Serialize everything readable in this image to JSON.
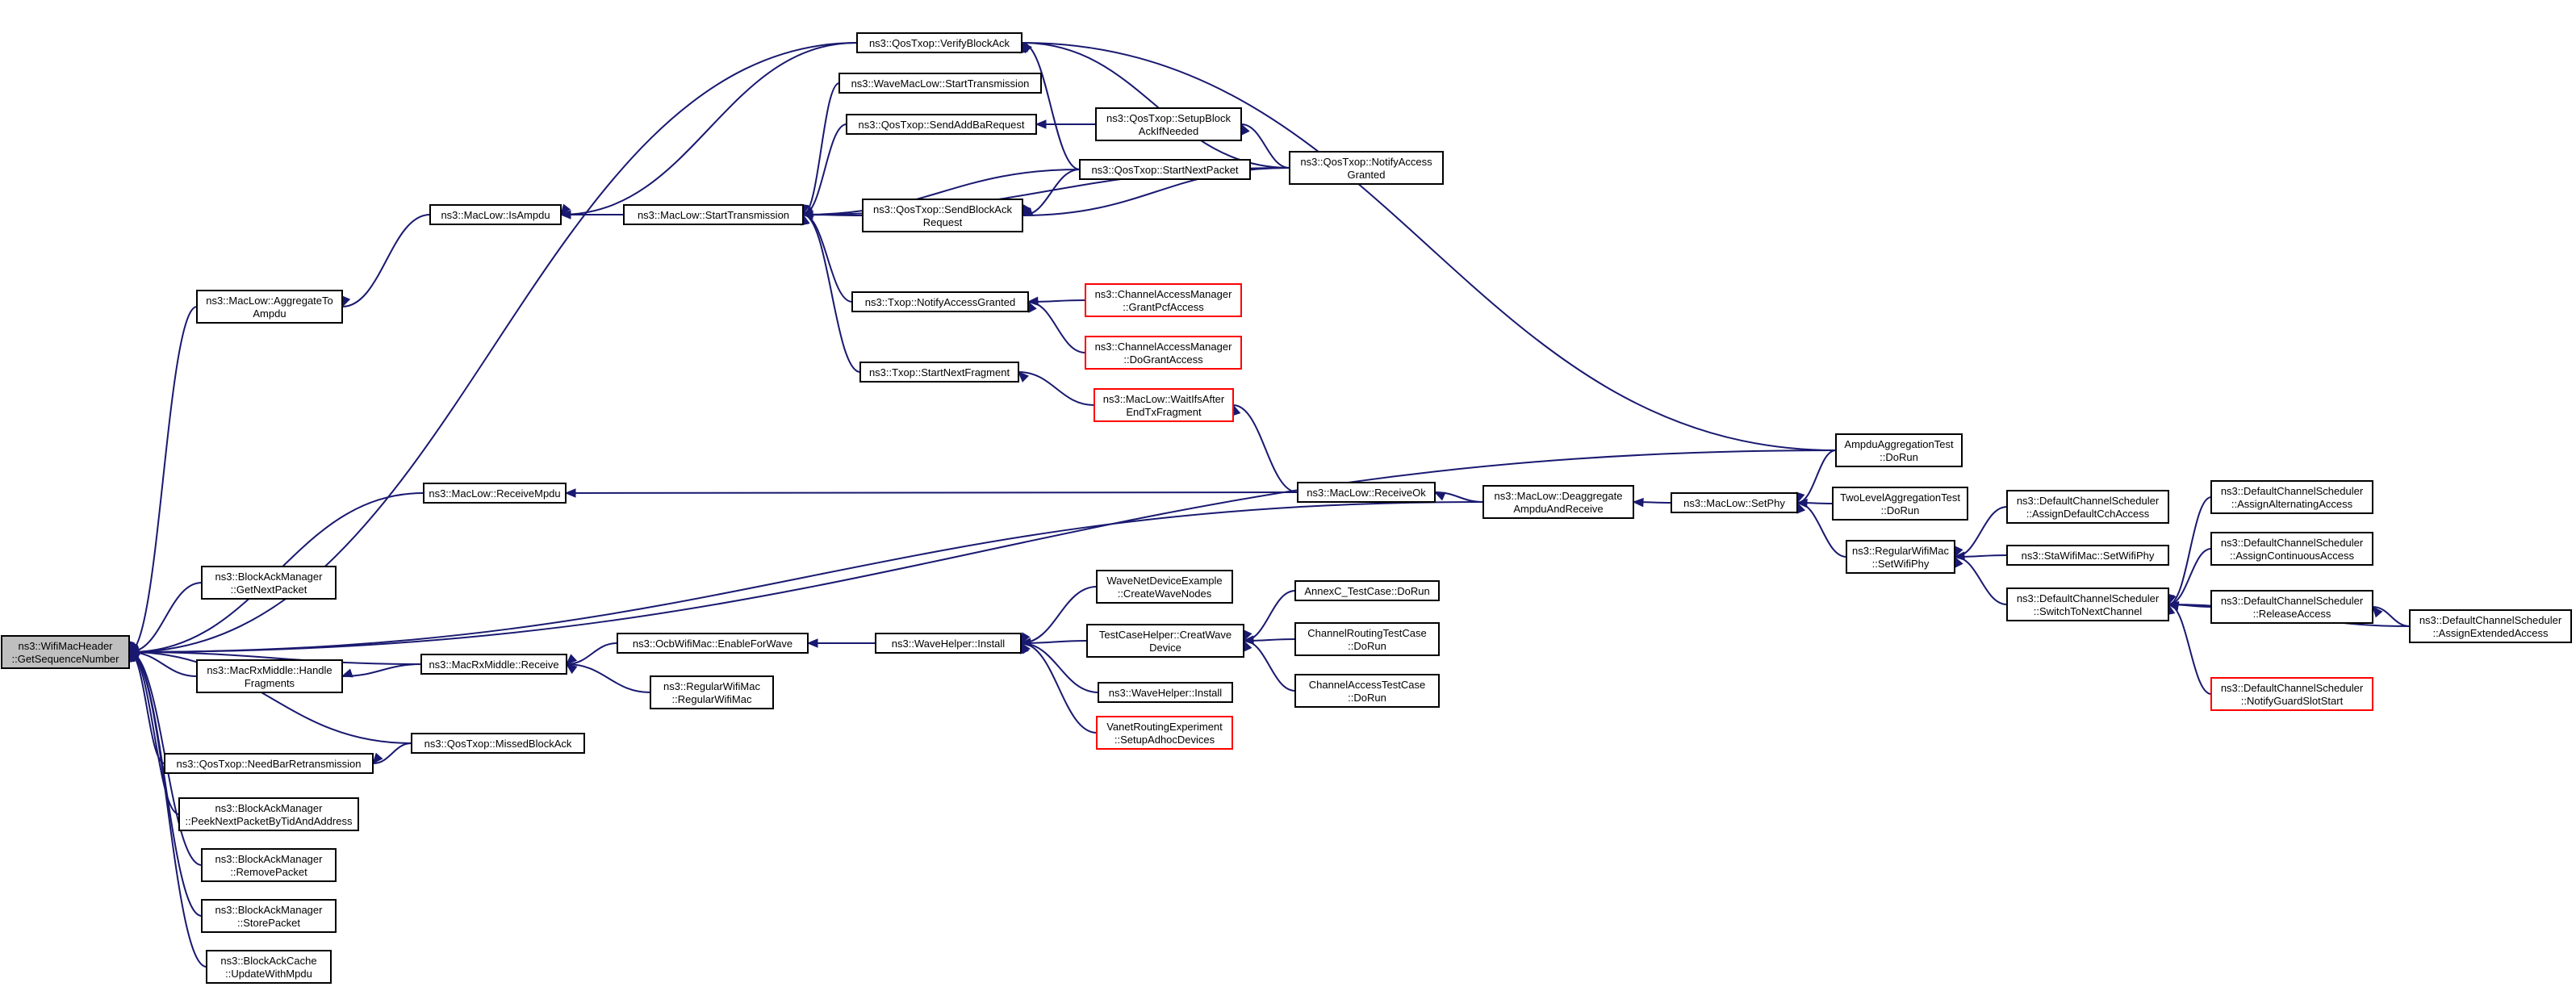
{
  "colors": {
    "edge": "#191970",
    "border_default": "#000000",
    "border_truncated": "#ff0000",
    "root_fill": "#bfbfbf",
    "node_fill": "#ffffff"
  },
  "nodes": {
    "root": {
      "lines": [
        "ns3::WifiMacHeader",
        "::GetSequenceNumber"
      ],
      "style": "root"
    },
    "aggregateTo": {
      "lines": [
        "ns3::MacLow::AggregateTo",
        "Ampdu"
      ],
      "style": "normal"
    },
    "isAmpdu": {
      "lines": [
        "ns3::MacLow::IsAmpdu"
      ],
      "style": "normal"
    },
    "verifyBA": {
      "lines": [
        "ns3::QosTxop::VerifyBlockAck"
      ],
      "style": "normal"
    },
    "macStartTx": {
      "lines": [
        "ns3::MacLow::StartTransmission"
      ],
      "style": "normal"
    },
    "waveStartTx": {
      "lines": [
        "ns3::WaveMacLow::StartTransmission"
      ],
      "style": "normal"
    },
    "sendAddBa": {
      "lines": [
        "ns3::QosTxop::SendAddBaRequest"
      ],
      "style": "normal"
    },
    "setupBA": {
      "lines": [
        "ns3::QosTxop::SetupBlock",
        "AckIfNeeded"
      ],
      "style": "normal"
    },
    "startNextPk": {
      "lines": [
        "ns3::QosTxop::StartNextPacket"
      ],
      "style": "normal"
    },
    "notifyQos": {
      "lines": [
        "ns3::QosTxop::NotifyAccess",
        "Granted"
      ],
      "style": "normal"
    },
    "sendBAReq": {
      "lines": [
        "ns3::QosTxop::SendBlockAck",
        "Request"
      ],
      "style": "normal"
    },
    "txopNotify": {
      "lines": [
        "ns3::Txop::NotifyAccessGranted"
      ],
      "style": "normal"
    },
    "grantPcf": {
      "lines": [
        "ns3::ChannelAccessManager",
        "::GrantPcfAccess"
      ],
      "style": "truncated"
    },
    "doGrant": {
      "lines": [
        "ns3::ChannelAccessManager",
        "::DoGrantAccess"
      ],
      "style": "truncated"
    },
    "startNextFr": {
      "lines": [
        "ns3::Txop::StartNextFragment"
      ],
      "style": "normal"
    },
    "waitIfs": {
      "lines": [
        "ns3::MacLow::WaitIfsAfter",
        "EndTxFragment"
      ],
      "style": "truncated"
    },
    "ampduTest": {
      "lines": [
        "AmpduAggregationTest",
        "::DoRun"
      ],
      "style": "normal"
    },
    "receiveMpdu": {
      "lines": [
        "ns3::MacLow::ReceiveMpdu"
      ],
      "style": "normal"
    },
    "receiveOk": {
      "lines": [
        "ns3::MacLow::ReceiveOk"
      ],
      "style": "normal"
    },
    "deaggregate": {
      "lines": [
        "ns3::MacLow::Deaggregate",
        "AmpduAndReceive"
      ],
      "style": "normal"
    },
    "setPhy": {
      "lines": [
        "ns3::MacLow::SetPhy"
      ],
      "style": "normal"
    },
    "twoLevel": {
      "lines": [
        "TwoLevelAggregationTest",
        "::DoRun"
      ],
      "style": "normal"
    },
    "regSetPhy": {
      "lines": [
        "ns3::RegularWifiMac",
        "::SetWifiPhy"
      ],
      "style": "normal"
    },
    "assignCch": {
      "lines": [
        "ns3::DefaultChannelScheduler",
        "::AssignDefaultCchAccess"
      ],
      "style": "normal"
    },
    "staSetPhy": {
      "lines": [
        "ns3::StaWifiMac::SetWifiPhy"
      ],
      "style": "normal"
    },
    "switchNext": {
      "lines": [
        "ns3::DefaultChannelScheduler",
        "::SwitchToNextChannel"
      ],
      "style": "normal"
    },
    "assignAlt": {
      "lines": [
        "ns3::DefaultChannelScheduler",
        "::AssignAlternatingAccess"
      ],
      "style": "normal"
    },
    "assignCont": {
      "lines": [
        "ns3::DefaultChannelScheduler",
        "::AssignContinuousAccess"
      ],
      "style": "normal"
    },
    "releaseAcc": {
      "lines": [
        "ns3::DefaultChannelScheduler",
        "::ReleaseAccess"
      ],
      "style": "normal"
    },
    "assignExt": {
      "lines": [
        "ns3::DefaultChannelScheduler",
        "::AssignExtendedAccess"
      ],
      "style": "normal"
    },
    "notifyGuard": {
      "lines": [
        "ns3::DefaultChannelScheduler",
        "::NotifyGuardSlotStart"
      ],
      "style": "truncated"
    },
    "getNextPk": {
      "lines": [
        "ns3::BlockAckManager",
        "::GetNextPacket"
      ],
      "style": "normal"
    },
    "handleFrag": {
      "lines": [
        "ns3::MacRxMiddle::Handle",
        "Fragments"
      ],
      "style": "normal"
    },
    "rxReceive": {
      "lines": [
        "ns3::MacRxMiddle::Receive"
      ],
      "style": "normal"
    },
    "enableWave": {
      "lines": [
        "ns3::OcbWifiMac::EnableForWave"
      ],
      "style": "normal"
    },
    "regularMac": {
      "lines": [
        "ns3::RegularWifiMac",
        "::RegularWifiMac"
      ],
      "style": "normal"
    },
    "waveInstall": {
      "lines": [
        "ns3::WaveHelper::Install"
      ],
      "style": "normal"
    },
    "createNodes": {
      "lines": [
        "WaveNetDeviceExample",
        "::CreateWaveNodes"
      ],
      "style": "normal"
    },
    "tcCreate": {
      "lines": [
        "TestCaseHelper::CreatWave",
        "Device"
      ],
      "style": "normal"
    },
    "waveInst2": {
      "lines": [
        "ns3::WaveHelper::Install"
      ],
      "style": "normal"
    },
    "vanetSetup": {
      "lines": [
        "VanetRoutingExperiment",
        "::SetupAdhocDevices"
      ],
      "style": "truncated"
    },
    "annexC": {
      "lines": [
        "AnnexC_TestCase::DoRun"
      ],
      "style": "normal"
    },
    "chanRouting": {
      "lines": [
        "ChannelRoutingTestCase",
        "::DoRun"
      ],
      "style": "normal"
    },
    "chanAccess": {
      "lines": [
        "ChannelAccessTestCase",
        "::DoRun"
      ],
      "style": "normal"
    },
    "needBar": {
      "lines": [
        "ns3::QosTxop::NeedBarRetransmission"
      ],
      "style": "normal"
    },
    "missedBA": {
      "lines": [
        "ns3::QosTxop::MissedBlockAck"
      ],
      "style": "normal"
    },
    "peekNext": {
      "lines": [
        "ns3::BlockAckManager",
        "::PeekNextPacketByTidAndAddress"
      ],
      "style": "normal"
    },
    "removePk": {
      "lines": [
        "ns3::BlockAckManager",
        "::RemovePacket"
      ],
      "style": "normal"
    },
    "storePk": {
      "lines": [
        "ns3::BlockAckManager",
        "::StorePacket"
      ],
      "style": "normal"
    },
    "updateMpdu": {
      "lines": [
        "ns3::BlockAckCache",
        "::UpdateWithMpdu"
      ],
      "style": "normal"
    }
  },
  "edges": [
    [
      "aggregateTo",
      "root"
    ],
    [
      "verifyBA",
      "root"
    ],
    [
      "ampduTest",
      "root"
    ],
    [
      "receiveMpdu",
      "root"
    ],
    [
      "deaggregate",
      "root"
    ],
    [
      "getNextPk",
      "root"
    ],
    [
      "rxReceive",
      "root"
    ],
    [
      "handleFrag",
      "root"
    ],
    [
      "missedBA",
      "root"
    ],
    [
      "needBar",
      "root"
    ],
    [
      "peekNext",
      "root"
    ],
    [
      "removePk",
      "root"
    ],
    [
      "storePk",
      "root"
    ],
    [
      "updateMpdu",
      "root"
    ],
    [
      "isAmpdu",
      "aggregateTo"
    ],
    [
      "verifyBA",
      "isAmpdu"
    ],
    [
      "macStartTx",
      "isAmpdu"
    ],
    [
      "startNextPk",
      "verifyBA"
    ],
    [
      "notifyQos",
      "verifyBA"
    ],
    [
      "ampduTest",
      "verifyBA"
    ],
    [
      "waveStartTx",
      "macStartTx"
    ],
    [
      "sendAddBa",
      "macStartTx"
    ],
    [
      "startNextPk",
      "macStartTx"
    ],
    [
      "sendBAReq",
      "macStartTx"
    ],
    [
      "notifyQos",
      "macStartTx"
    ],
    [
      "txopNotify",
      "macStartTx"
    ],
    [
      "startNextFr",
      "macStartTx"
    ],
    [
      "setupBA",
      "sendAddBa"
    ],
    [
      "notifyQos",
      "setupBA"
    ],
    [
      "startNextPk",
      "sendBAReq"
    ],
    [
      "notifyQos",
      "sendBAReq"
    ],
    [
      "grantPcf",
      "txopNotify"
    ],
    [
      "doGrant",
      "txopNotify"
    ],
    [
      "waitIfs",
      "startNextFr"
    ],
    [
      "receiveOk",
      "waitIfs"
    ],
    [
      "receiveOk",
      "receiveMpdu"
    ],
    [
      "deaggregate",
      "receiveOk"
    ],
    [
      "setPhy",
      "deaggregate"
    ],
    [
      "ampduTest",
      "setPhy"
    ],
    [
      "twoLevel",
      "setPhy"
    ],
    [
      "regSetPhy",
      "setPhy"
    ],
    [
      "assignCch",
      "regSetPhy"
    ],
    [
      "staSetPhy",
      "regSetPhy"
    ],
    [
      "switchNext",
      "regSetPhy"
    ],
    [
      "assignAlt",
      "switchNext"
    ],
    [
      "assignCont",
      "switchNext"
    ],
    [
      "releaseAcc",
      "switchNext"
    ],
    [
      "assignExt",
      "switchNext"
    ],
    [
      "notifyGuard",
      "switchNext"
    ],
    [
      "assignExt",
      "releaseAcc"
    ],
    [
      "enableWave",
      "rxReceive"
    ],
    [
      "regularMac",
      "rxReceive"
    ],
    [
      "rxReceive",
      "handleFrag"
    ],
    [
      "waveInstall",
      "enableWave"
    ],
    [
      "createNodes",
      "waveInstall"
    ],
    [
      "tcCreate",
      "waveInstall"
    ],
    [
      "waveInst2",
      "waveInstall"
    ],
    [
      "vanetSetup",
      "waveInstall"
    ],
    [
      "annexC",
      "tcCreate"
    ],
    [
      "chanRouting",
      "tcCreate"
    ],
    [
      "chanAccess",
      "tcCreate"
    ],
    [
      "missedBA",
      "needBar"
    ]
  ]
}
